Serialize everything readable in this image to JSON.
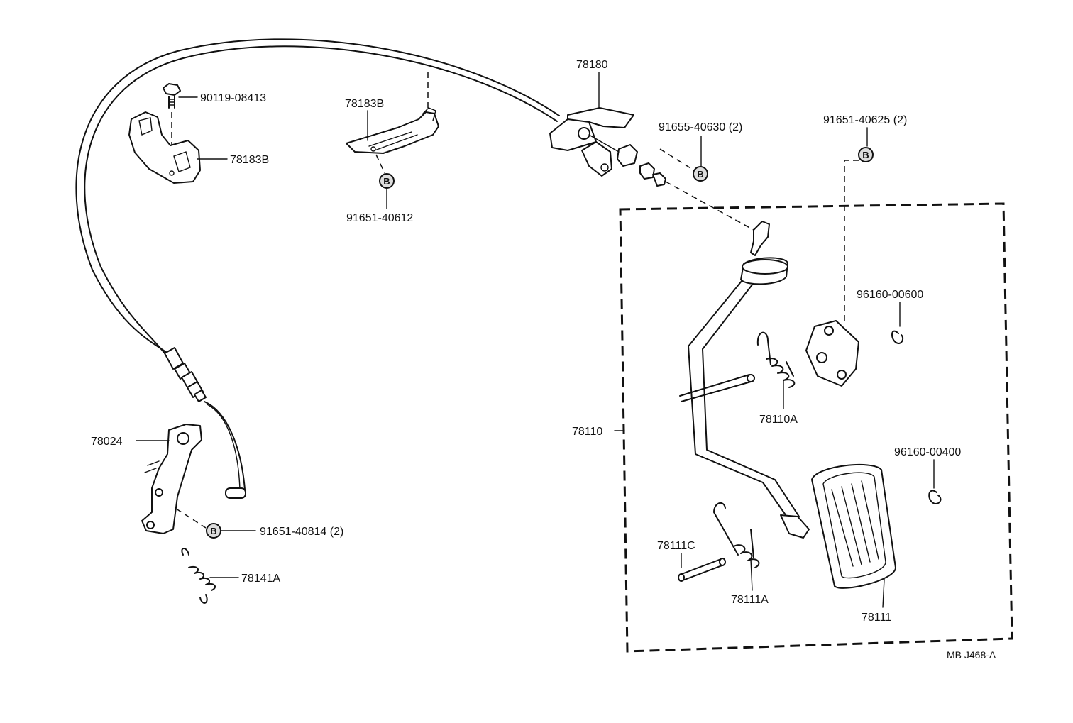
{
  "diagram_code": "MB J468-A",
  "bolt_marker": "B",
  "callouts": {
    "c78180": "78180",
    "c91655": "91655-40630 (2)",
    "c91651_40625": "91651-40625 (2)",
    "c90119": "90119-08413",
    "c78183B_left": "78183B",
    "c78183B_mid": "78183B",
    "c91651_40612": "91651-40612",
    "c96160_00600": "96160-00600",
    "c78110A": "78110A",
    "c78110": "78110",
    "c96160_00400": "96160-00400",
    "c78024": "78024",
    "c91651_40814": "91651-40814 (2)",
    "c78141A": "78141A",
    "c78111C": "78111C",
    "c78111A": "78111A",
    "c78111": "78111"
  }
}
